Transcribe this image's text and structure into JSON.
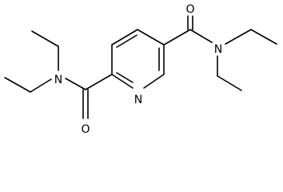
{
  "molecule": {
    "atoms": [
      {
        "id": "O1",
        "label": "O"
      },
      {
        "id": "N1",
        "label": "N"
      },
      {
        "id": "N2",
        "label": "N"
      },
      {
        "id": "N3",
        "label": "N"
      },
      {
        "id": "O2",
        "label": "O"
      }
    ],
    "colors": {
      "line": "#000000",
      "background": "#ffffff"
    }
  }
}
